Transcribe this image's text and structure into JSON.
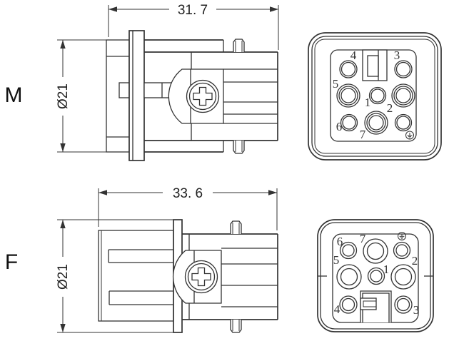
{
  "page": {
    "background_color": "#ffffff",
    "line_color": "#333333",
    "description": "Technical drawing of 7-pin male and female connector inserts, side views with dimensions and face views with numbered contacts"
  },
  "male": {
    "label": "M",
    "length_dim": "31. 7",
    "diameter_dim": "Ø21",
    "pins": {
      "p1": "1",
      "p2": "2",
      "p3": "3",
      "p4": "4",
      "p5": "5",
      "p6": "6",
      "p7": "7"
    }
  },
  "female": {
    "label": "F",
    "length_dim": "33. 6",
    "diameter_dim": "Ø21",
    "pins": {
      "p1": "1",
      "p2": "2",
      "p3": "3",
      "p4": "4",
      "p5": "5",
      "p6": "6",
      "p7": "7"
    }
  },
  "icons": {
    "earth": "earth-ground-symbol",
    "screw": "phillips-screw"
  }
}
